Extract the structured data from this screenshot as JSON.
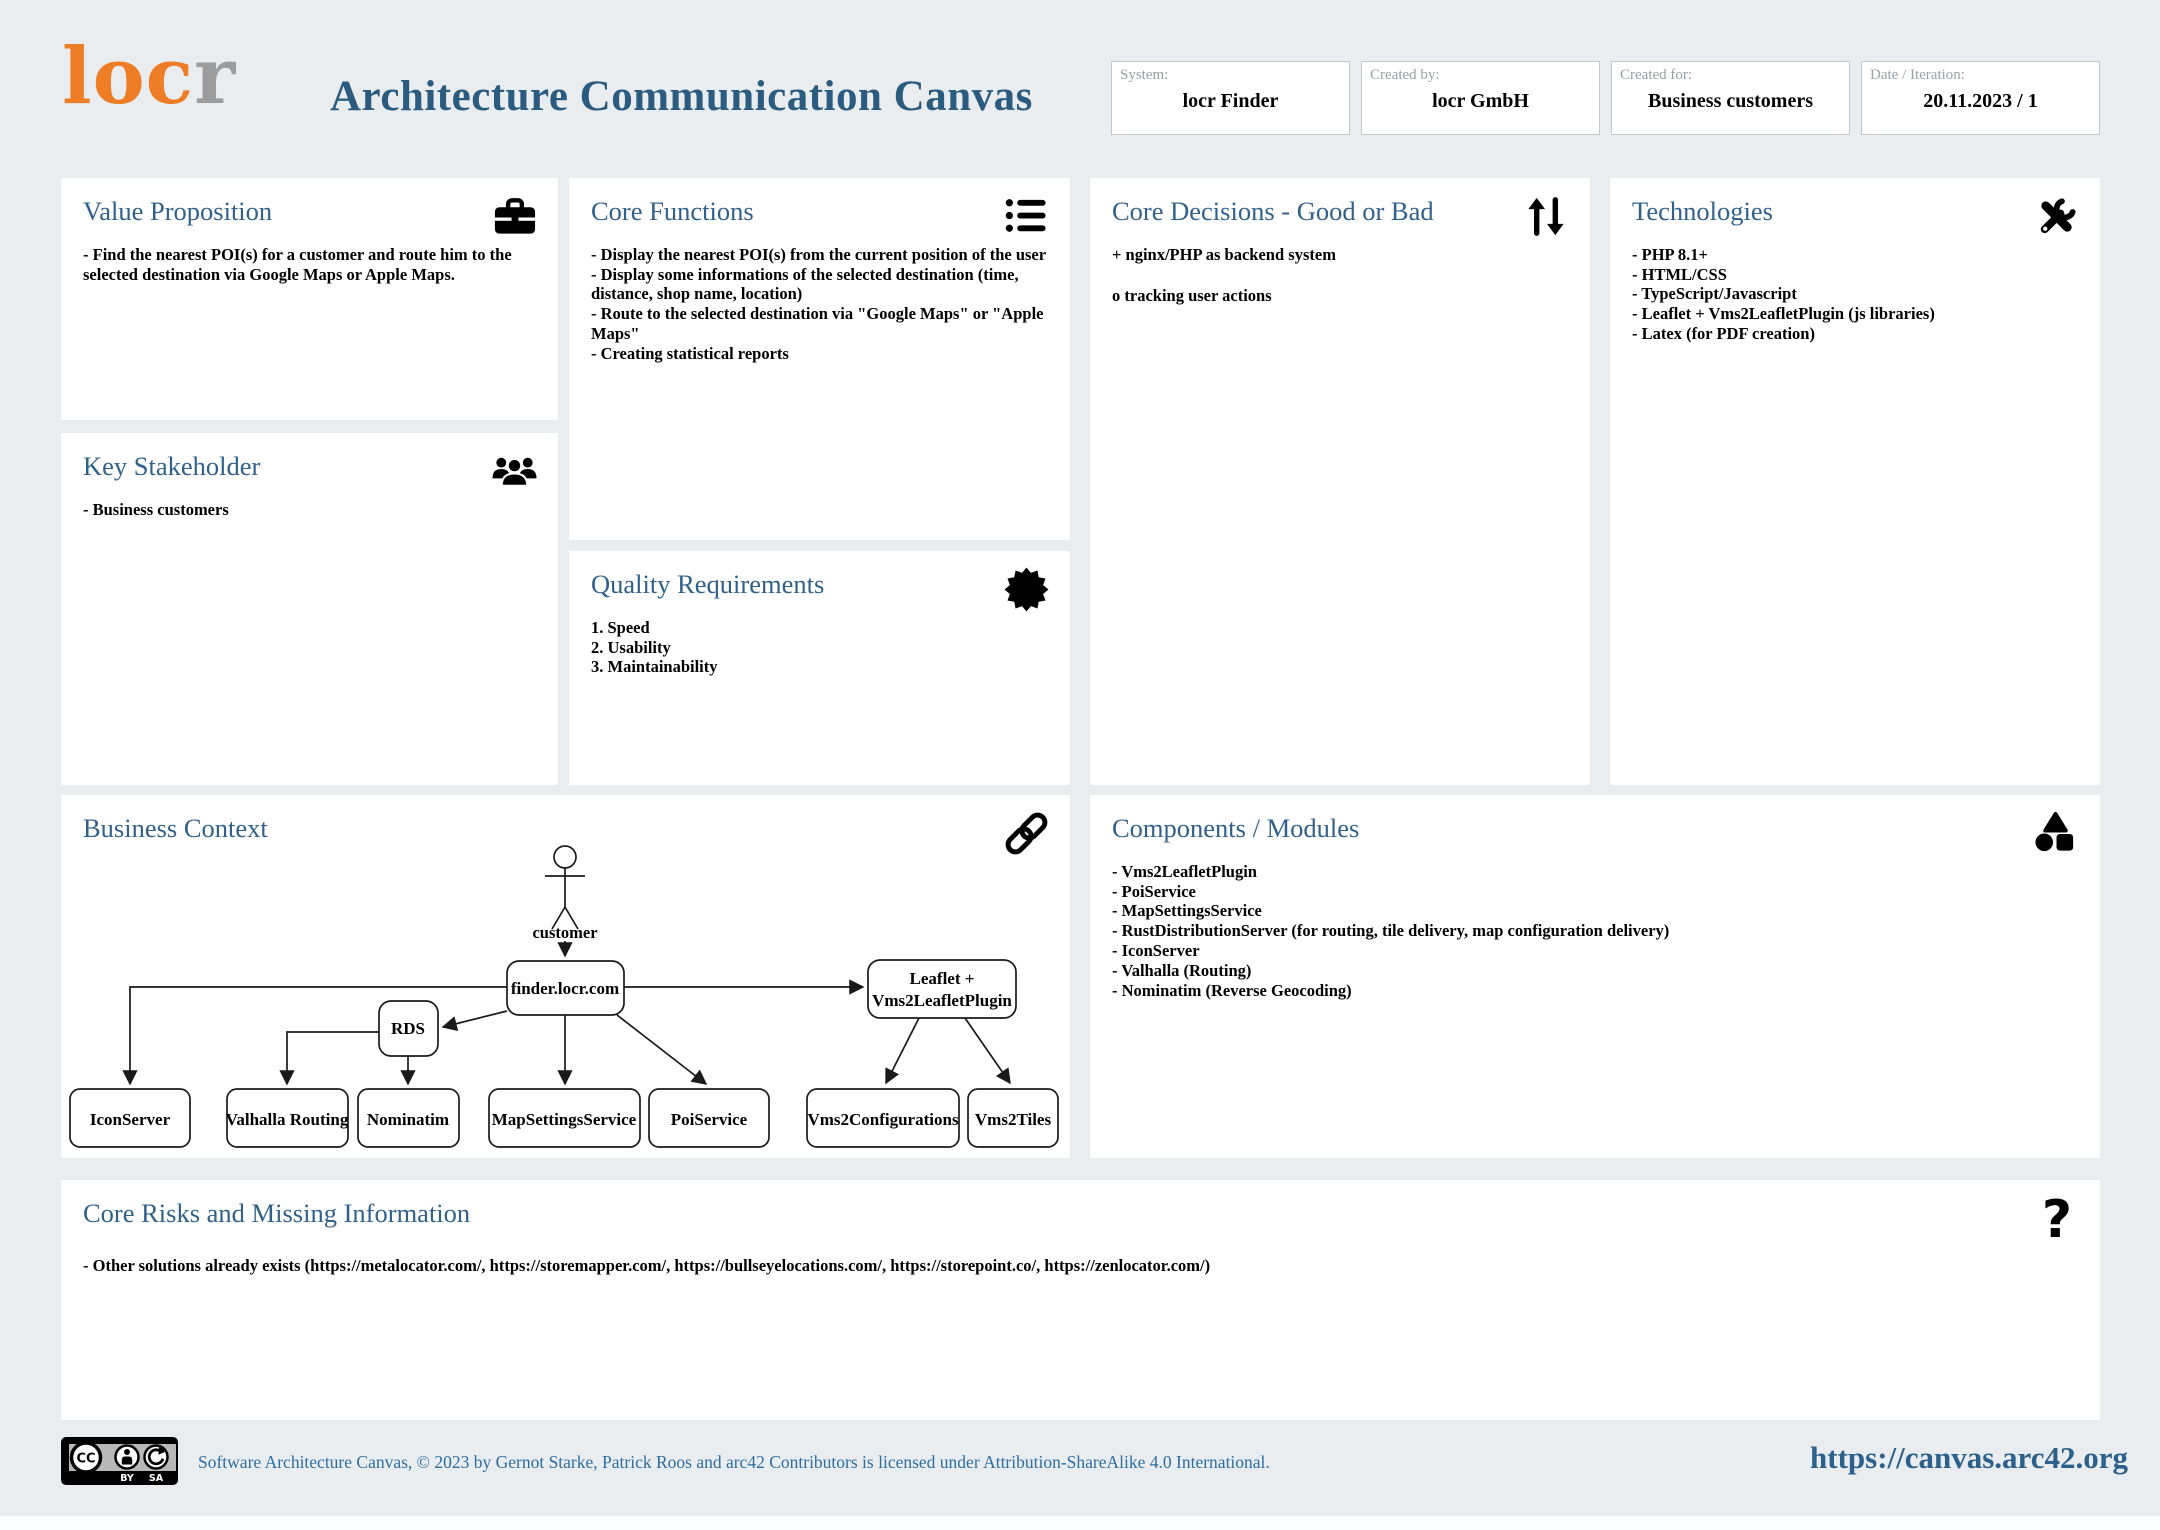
{
  "logo": {
    "text_orange": "loc",
    "text_gray": "r"
  },
  "title": "Architecture Communication Canvas",
  "colors": {
    "page_background": "#e9edf0",
    "panel_background": "#ffffff",
    "heading_blue": "#31618b",
    "title_blue": "#2b5c80",
    "logo_orange": "#ee7d26",
    "logo_gray": "#9c9c9c",
    "footer_link_blue": "#2d608a"
  },
  "header_fields": [
    {
      "label": "System:",
      "value": "locr Finder"
    },
    {
      "label": "Created by:",
      "value": "locr GmbH"
    },
    {
      "label": "Created for:",
      "value": "Business customers"
    },
    {
      "label": "Date / Iteration:",
      "value": "20.11.2023 / 1"
    }
  ],
  "panels": {
    "value_proposition": {
      "title": "Value Proposition",
      "icon": "briefcase-icon",
      "lines": [
        "- Find the nearest POI(s) for a customer and route him to the selected destination via Google Maps or Apple Maps."
      ]
    },
    "core_functions": {
      "title": "Core Functions",
      "icon": "list-icon",
      "lines": [
        "- Display the nearest POI(s) from the current position of the user",
        "- Display some informations of the selected destination (time, distance, shop name, location)",
        "- Route to the selected destination via \"Google Maps\" or \"Apple Maps\"",
        "- Creating statistical reports"
      ]
    },
    "key_stakeholder": {
      "title": "Key Stakeholder",
      "icon": "users-icon",
      "lines": [
        "- Business customers"
      ]
    },
    "quality_requirements": {
      "title": "Quality Requirements",
      "icon": "seal-icon",
      "lines": [
        "1. Speed",
        "2. Usability",
        "3. Maintainability"
      ]
    },
    "core_decisions": {
      "title": "Core Decisions - Good or Bad",
      "icon": "arrows-up-down-icon",
      "lines": [
        "+ nginx/PHP as backend system",
        "o tracking user actions"
      ]
    },
    "technologies": {
      "title": "Technologies",
      "icon": "screwdriver-wrench-icon",
      "lines": [
        "- PHP 8.1+",
        "- HTML/CSS",
        "- TypeScript/Javascript",
        "- Leaflet + Vms2LeafletPlugin (js libraries)",
        "- Latex (for PDF creation)"
      ]
    },
    "business_context": {
      "title": "Business Context",
      "icon": "link-icon"
    },
    "components_modules": {
      "title": "Components / Modules",
      "icon": "shapes-icon",
      "lines": [
        "- Vms2LeafletPlugin",
        "- PoiService",
        "- MapSettingsService",
        "- RustDistributionServer (for routing, tile delivery, map configuration delivery)",
        "- IconServer",
        "- Valhalla (Routing)",
        "- Nominatim (Reverse Geocoding)"
      ]
    },
    "core_risks": {
      "title": "Core Risks and Missing Information",
      "icon": "question-mark-icon",
      "lines": [
        "- Other solutions already exists (https://metalocator.com/, https://storemapper.com/, https://bullseyelocations.com/, https://storepoint.co/, https://zenlocator.com/)"
      ]
    }
  },
  "diagram": {
    "actor_label": "customer",
    "nodes": {
      "finder": "finder.locr.com",
      "rds": "RDS",
      "leaflet_line1": "Leaflet +",
      "leaflet_line2": "Vms2LeafletPlugin",
      "icon_server": "IconServer",
      "valhalla": "Valhalla Routing",
      "nominatim": "Nominatim",
      "map_settings": "MapSettingsService",
      "poi_service": "PoiService",
      "vms2_configurations": "Vms2Configurations",
      "vms2_tiles": "Vms2Tiles"
    }
  },
  "footer": {
    "badge": {
      "cc": "CC",
      "by": "BY",
      "sa": "SA"
    },
    "license_text": "Software Architecture Canvas, © 2023 by Gernot Starke, Patrick Roos and arc42 Contributors is licensed under Attribution-ShareAlike 4.0 International.",
    "link": "https://canvas.arc42.org"
  }
}
